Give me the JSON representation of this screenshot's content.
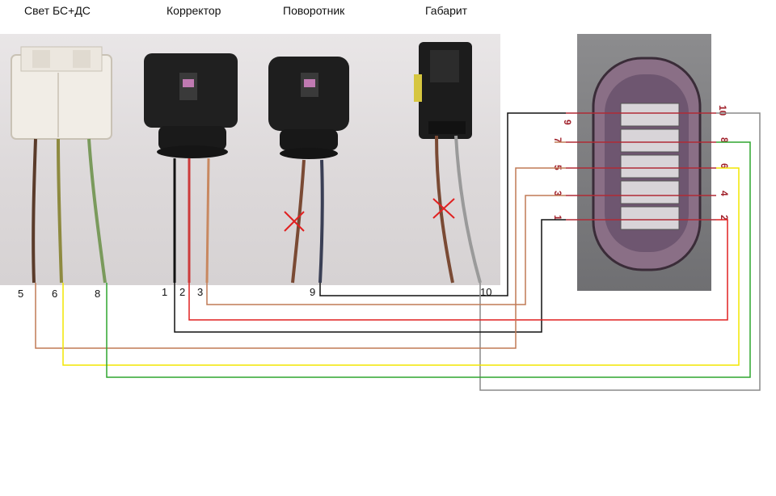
{
  "titles": {
    "light": "Свет БС+ДС",
    "corrector": "Корректор",
    "turn": "Поворотник",
    "marker": "Габарит"
  },
  "pins_left": {
    "p5": "5",
    "p6": "6",
    "p8": "8",
    "p1": "1",
    "p2": "2",
    "p3": "3",
    "p9": "9",
    "p10": "10"
  },
  "pins_right": {
    "r9": "9",
    "r10": "10",
    "r7": "7",
    "r8": "8",
    "r5": "5",
    "r6": "6",
    "r3": "3",
    "r4": "4",
    "r1": "1",
    "r2": "2"
  },
  "colors": {
    "black": "#111111",
    "red": "#e02020",
    "brown": "#c07a55",
    "yellow": "#f2e600",
    "green": "#2fa52f",
    "grey": "#8a8a8a",
    "pin_red": "#a0202a"
  },
  "icons": {
    "connector_white": "connector-white-icon",
    "connector_black": "connector-black-icon",
    "cross": "cross-icon"
  }
}
